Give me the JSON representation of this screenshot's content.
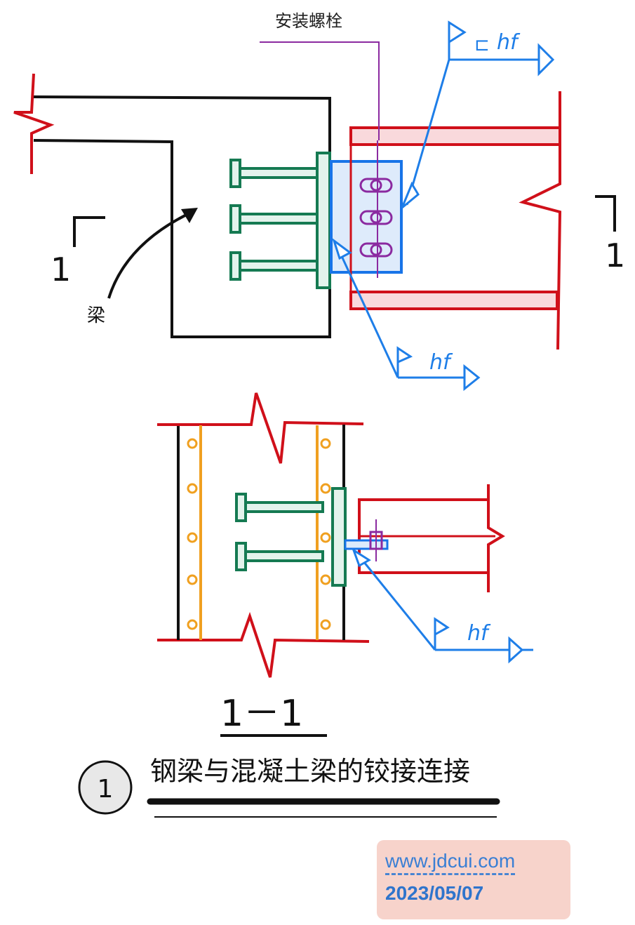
{
  "labels": {
    "bolt": "安装螺栓",
    "beam": "梁",
    "section_mark_left": "1",
    "section_mark_right": "1",
    "weld_top": "hf",
    "weld_top_prefix": "⊏",
    "weld_bottom": "hf",
    "weld_section": "hf",
    "section_title": "1－1"
  },
  "title": {
    "number": "1",
    "text": "钢梁与混凝土梁的铰接连接"
  },
  "note": {
    "url": "www.jdcui.com",
    "date": "2023/05/07"
  },
  "colors": {
    "concrete_outline": "#111111",
    "steel_beam": "#d0101a",
    "steel_fill": "#f9d9dc",
    "embed_plate": "#157a52",
    "embed_fill": "#e3f3ec",
    "connection_plate": "#1874e8",
    "bolt": "#8b2aa0",
    "rebar": "#f0a020",
    "weld_symbol": "#1e7ee8"
  }
}
